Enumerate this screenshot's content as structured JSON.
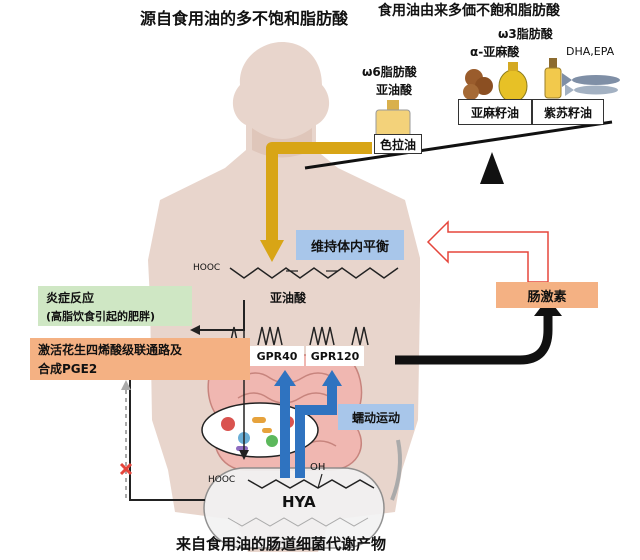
{
  "titles": {
    "top_left": "源自食用油的多不饱和脂肪酸",
    "top_right": "食用油由来多価不飽和脂肪酸",
    "bottom": "来自食用油的肠道细菌代谢产物"
  },
  "omega6": {
    "line1": "ω6脂肪酸",
    "line2": "亚油酸",
    "oil": "色拉油"
  },
  "omega3": {
    "header": "ω3脂肪酸",
    "sub_left": "α-亚麻酸",
    "sub_right": "DHA,EPA",
    "oil_left": "亚麻籽油",
    "oil_right": "紫苏籽油"
  },
  "boxes": {
    "homeostasis": "维持体内平衡",
    "inflammation_line1": "炎症反应",
    "inflammation_line2": "(高脂饮食引起的肥胖)",
    "arachidonic_line1": "激活花生四烯酸级联通路及",
    "arachidonic_line2": "合成PGE2",
    "hormone": "肠激素",
    "peristalsis": "蠕动运动"
  },
  "molecule": {
    "hooc_top": "HOOC",
    "name": "亚油酸",
    "hooc_bottom": "HOOC",
    "oh": "OH",
    "hya": "HYA"
  },
  "receptors": {
    "left": "GPR40",
    "right": "GPR120"
  },
  "colors": {
    "gold_arrow": "#d8a516",
    "blue_arrow": "#2f73c0",
    "blue_box": "#a8c6ea",
    "green_box": "#cfe7c4",
    "orange_box": "#f4b183",
    "body": "#e9d7ce",
    "red_outline": "#e5463c"
  },
  "icons": [
    "salad-oil-bottle-icon",
    "walnut-icon",
    "linseed-oil-jar-icon",
    "oil-bottle-icon",
    "fish-icon",
    "balance-scale-icon",
    "gut-bacteria-icon",
    "intestine-icon",
    "cross-icon"
  ]
}
